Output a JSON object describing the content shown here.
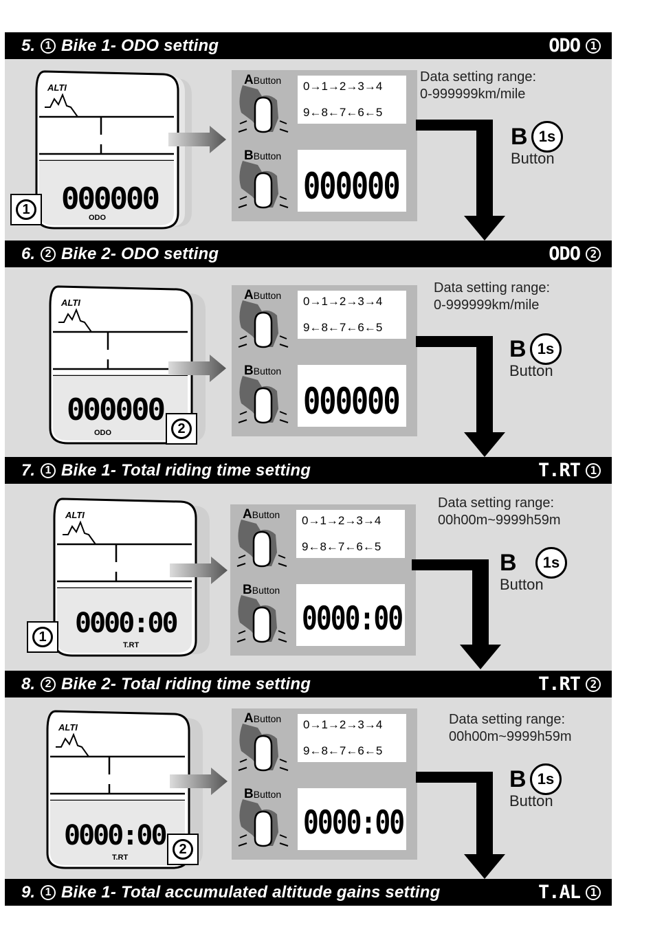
{
  "sections": [
    {
      "number": "5.",
      "bike": "1",
      "title": "Bike 1- ODO setting",
      "tag": "ODO",
      "tag_bike": "1"
    },
    {
      "number": "6.",
      "bike": "2",
      "title": "Bike 2- ODO setting",
      "tag": "ODO",
      "tag_bike": "2"
    },
    {
      "number": "7.",
      "bike": "1",
      "title": "Bike 1- Total riding time setting",
      "tag": "T.RT",
      "tag_bike": "1"
    },
    {
      "number": "8.",
      "bike": "2",
      "title": "Bike 2- Total riding time setting",
      "tag": "T.RT",
      "tag_bike": "2"
    },
    {
      "number": "9.",
      "bike": "1",
      "title": "Bike 1- Total  accumulated altitude gains  setting",
      "tag": "T.AL",
      "tag_bike": "1"
    }
  ],
  "panels": [
    {
      "range_label": "Data setting range:",
      "range_value": "0-999999km/mile",
      "device_digits": "000000",
      "device_mode": "ODO",
      "device_bike": "1",
      "lcd_digits": "000000"
    },
    {
      "range_label": "Data setting range:",
      "range_value": "0-999999km/mile",
      "device_digits": "000000",
      "device_mode": "ODO",
      "device_bike": "2",
      "lcd_digits": "000000"
    },
    {
      "range_label": "Data setting range:",
      "range_value": "00h00m~9999h59m",
      "device_digits": "0000:00",
      "device_mode": "T.RT",
      "device_bike": "1",
      "lcd_digits": "0000:00"
    },
    {
      "range_label": "Data setting range:",
      "range_value": "00h00m~9999h59m",
      "device_digits": "0000:00",
      "device_mode": "T.RT",
      "device_bike": "2",
      "lcd_digits": "0000:00"
    }
  ],
  "common": {
    "brand": "ALTI",
    "a_letter": "A",
    "b_letter": "B",
    "button_word": "Button",
    "seq_top": "0→1→2→3→4",
    "seq_bottom": "9←8←7←6←5",
    "hold_time": "1s"
  }
}
